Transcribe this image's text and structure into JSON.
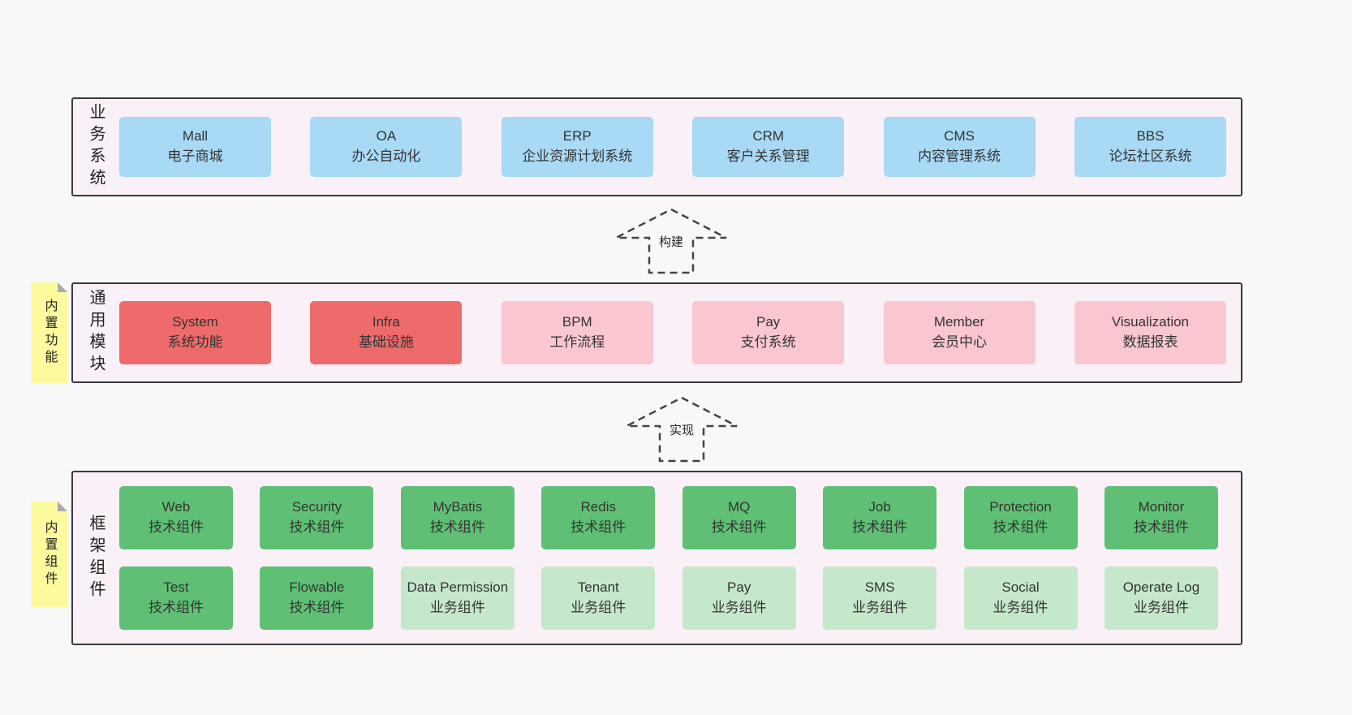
{
  "colors": {
    "page_bg": "#f8f8f8",
    "band_bg": "#f9f0f8",
    "border": "#3a3a3a",
    "blue": "#a8d9f5",
    "red": "#ef6b6b",
    "pink": "#fac7d1",
    "green": "#5fc075",
    "lightgreen": "#c6e8ca",
    "sticky": "#fbfb9d"
  },
  "bands": {
    "business": {
      "label": "业务系统",
      "boxes": [
        {
          "title": "Mall",
          "subtitle": "电子商城",
          "variant": "blue"
        },
        {
          "title": "OA",
          "subtitle": "办公自动化",
          "variant": "blue"
        },
        {
          "title": "ERP",
          "subtitle": "企业资源计划系统",
          "variant": "blue"
        },
        {
          "title": "CRM",
          "subtitle": "客户关系管理",
          "variant": "blue"
        },
        {
          "title": "CMS",
          "subtitle": "内容管理系统",
          "variant": "blue"
        },
        {
          "title": "BBS",
          "subtitle": "论坛社区系统",
          "variant": "blue"
        }
      ]
    },
    "modules": {
      "label": "通用模块",
      "sticky": "内置功能",
      "boxes": [
        {
          "title": "System",
          "subtitle": "系统功能",
          "variant": "red"
        },
        {
          "title": "Infra",
          "subtitle": "基础设施",
          "variant": "red"
        },
        {
          "title": "BPM",
          "subtitle": "工作流程",
          "variant": "pink"
        },
        {
          "title": "Pay",
          "subtitle": "支付系统",
          "variant": "pink"
        },
        {
          "title": "Member",
          "subtitle": "会员中心",
          "variant": "pink"
        },
        {
          "title": "Visualization",
          "subtitle": "数据报表",
          "variant": "pink"
        }
      ]
    },
    "components": {
      "label": "框架组件",
      "sticky": "内置组件",
      "rows": [
        [
          {
            "title": "Web",
            "subtitle": "技术组件",
            "variant": "green"
          },
          {
            "title": "Security",
            "subtitle": "技术组件",
            "variant": "green"
          },
          {
            "title": "MyBatis",
            "subtitle": "技术组件",
            "variant": "green"
          },
          {
            "title": "Redis",
            "subtitle": "技术组件",
            "variant": "green"
          },
          {
            "title": "MQ",
            "subtitle": "技术组件",
            "variant": "green"
          },
          {
            "title": "Job",
            "subtitle": "技术组件",
            "variant": "green"
          },
          {
            "title": "Protection",
            "subtitle": "技术组件",
            "variant": "green"
          },
          {
            "title": "Monitor",
            "subtitle": "技术组件",
            "variant": "green"
          }
        ],
        [
          {
            "title": "Test",
            "subtitle": "技术组件",
            "variant": "green"
          },
          {
            "title": "Flowable",
            "subtitle": "技术组件",
            "variant": "green"
          },
          {
            "title": "Data Permission",
            "subtitle": "业务组件",
            "variant": "lightgreen"
          },
          {
            "title": "Tenant",
            "subtitle": "业务组件",
            "variant": "lightgreen"
          },
          {
            "title": "Pay",
            "subtitle": "业务组件",
            "variant": "lightgreen"
          },
          {
            "title": "SMS",
            "subtitle": "业务组件",
            "variant": "lightgreen"
          },
          {
            "title": "Social",
            "subtitle": "业务组件",
            "variant": "lightgreen"
          },
          {
            "title": "Operate Log",
            "subtitle": "业务组件",
            "variant": "lightgreen"
          }
        ]
      ]
    }
  },
  "arrows": [
    {
      "label": "构建"
    },
    {
      "label": "实现"
    }
  ]
}
